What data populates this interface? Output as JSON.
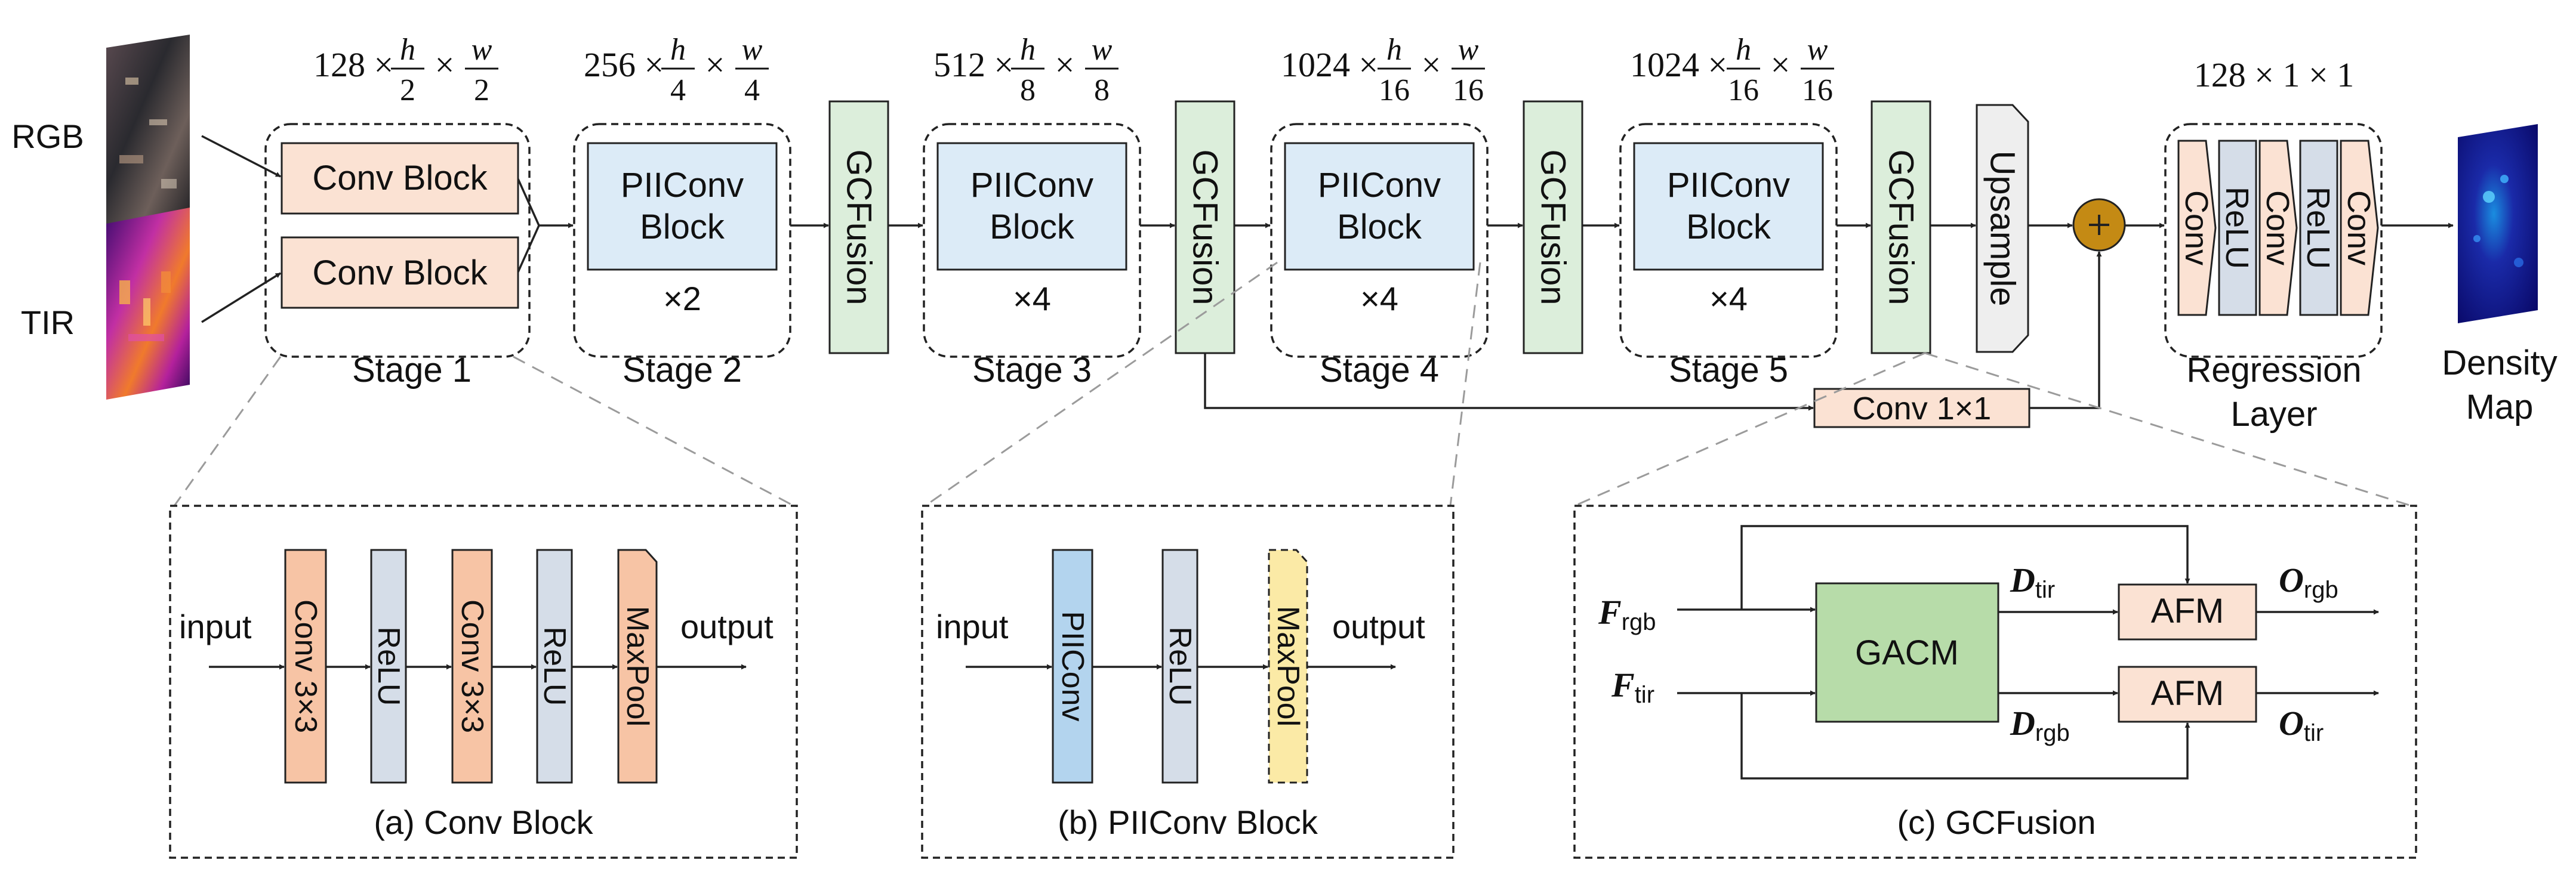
{
  "colors": {
    "conv": "#fbe2d3",
    "conv_strong": "#f7c4a5",
    "relu": "#d5dde8",
    "piiconv": "#dcebf7",
    "piiconv_strong": "#b3d4ee",
    "gcfusion": "#dceedb",
    "gacm": "#b7dca9",
    "afm": "#fbe2d3",
    "upsample": "#eeeeee",
    "maxpool_b": "#fbeaa6",
    "plus": "#c48a14",
    "stroke": "#222222",
    "dash": "#9b9b9b"
  },
  "icons": {
    "plus": "plus-icon",
    "rgb_image": "rgb-image-icon",
    "tir_image": "tir-image-icon",
    "density_map": "density-map-icon"
  },
  "inputs": {
    "rgb": "RGB",
    "tir": "TIR"
  },
  "top": {
    "conv_block": "Conv Block",
    "piiconv": "PIIConv",
    "block": "Block",
    "gcfusion": "GCFusion",
    "upsample": "Upsample",
    "conv1x1": "Conv 1×1",
    "repeat_2": "×2",
    "repeat_4": "×4",
    "stages": [
      "Stage 1",
      "Stage 2",
      "Stage 3",
      "Stage 4",
      "Stage 5"
    ],
    "dims": [
      {
        "c": "128 ×",
        "h": "h",
        "hd": "2",
        "w": "w",
        "wd": "2"
      },
      {
        "c": "256 ×",
        "h": "h",
        "hd": "4",
        "w": "w",
        "wd": "4"
      },
      {
        "c": "512 ×",
        "h": "h",
        "hd": "8",
        "w": "w",
        "wd": "8"
      },
      {
        "c": "1024 ×",
        "h": "h",
        "hd": "16",
        "w": "w",
        "wd": "16"
      },
      {
        "c": "1024 ×",
        "h": "h",
        "hd": "16",
        "w": "w",
        "wd": "16"
      }
    ],
    "times": "×",
    "regression_dim": "128 × 1 × 1",
    "regression_label": [
      "Regression",
      "Layer"
    ],
    "regression_items": [
      "Conv",
      "ReLU",
      "Conv",
      "ReLU",
      "Conv"
    ],
    "density_label": [
      "Density",
      "Map"
    ]
  },
  "panel_a": {
    "caption": "(a) Conv Block",
    "input": "input",
    "output": "output",
    "items": [
      "Conv 3×3",
      "ReLU",
      "Conv 3×3",
      "ReLU",
      "MaxPool"
    ]
  },
  "panel_b": {
    "caption": "(b) PIIConv Block",
    "input": "input",
    "output": "output",
    "items": [
      "PIIConv",
      "ReLU",
      "MaxPool"
    ]
  },
  "panel_c": {
    "caption": "(c) GCFusion",
    "gacm": "GACM",
    "afm": "AFM",
    "f_rgb": {
      "main": "F",
      "sub": "rgb"
    },
    "f_tir": {
      "main": "F",
      "sub": "tir"
    },
    "d_tir": {
      "main": "D",
      "sub": "tir"
    },
    "d_rgb": {
      "main": "D",
      "sub": "rgb"
    },
    "o_rgb": {
      "main": "O",
      "sub": "rgb"
    },
    "o_tir": {
      "main": "O",
      "sub": "tir"
    }
  }
}
